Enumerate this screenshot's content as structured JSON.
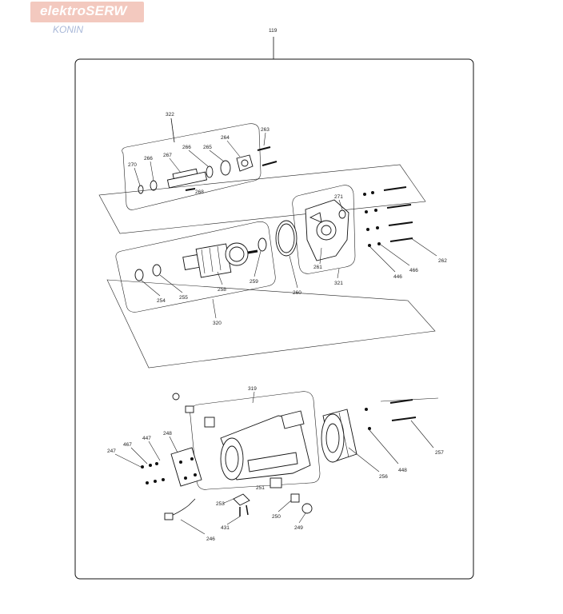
{
  "watermark": {
    "brand": "elektroSERW",
    "city": "KONIN",
    "colors": {
      "box": "#f3c9bf",
      "brand_text": "#ffffff",
      "city_text": "#a9b8d8"
    }
  },
  "diagram": {
    "frame_label": "119",
    "part_numbers": {
      "p322": "322",
      "p263": "263",
      "p264": "264",
      "p265": "265",
      "p266a": "266",
      "p266b": "266",
      "p267": "267",
      "p270": "270",
      "p268": "268",
      "p271": "271",
      "p261": "261",
      "p321": "321",
      "p262": "262",
      "p466": "466",
      "p446": "446",
      "p260": "260",
      "p259": "259",
      "p258": "258",
      "p255": "255",
      "p254": "254",
      "p320": "320",
      "p319": "319",
      "p248": "248",
      "p447": "447",
      "p467": "467",
      "p247": "247",
      "p251": "251",
      "p253": "253",
      "p250": "250",
      "p249": "249",
      "p431": "431",
      "p246": "246",
      "p256": "256",
      "p448": "448",
      "p257": "257"
    }
  }
}
